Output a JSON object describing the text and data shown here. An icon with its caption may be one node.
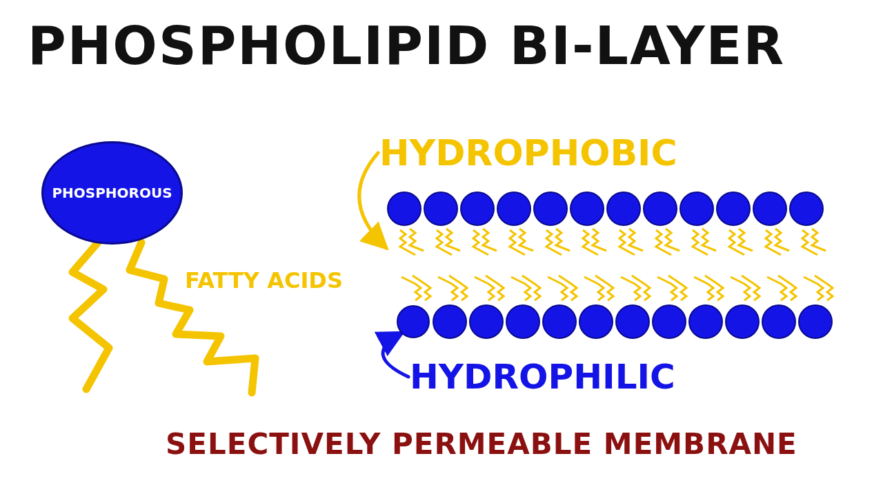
{
  "diagram": {
    "title": "PHOSPHOLIPID BI-LAYER",
    "caption": "SELECTIVELY PERMEABLE MEMBRANE",
    "nodes": [
      {
        "text": [
          "PHOSPHOROUS"
        ]
      },
      {
        "text": [
          "HYDROPHOBIC"
        ]
      },
      {
        "text": [],
        "shape": "picture"
      },
      {
        "text": [
          "HYDROPHILIC"
        ]
      },
      {
        "text": [],
        "shape": "circle"
      }
    ],
    "edges": [
      {
        "from": 1,
        "to": 2,
        "arrow": "to",
        "color": "#f5c400"
      },
      {
        "from": 3,
        "to": 4,
        "arrow": "to",
        "color": "#1414e6"
      }
    ],
    "labels": [
      "FATTY ACIDS"
    ]
  }
}
